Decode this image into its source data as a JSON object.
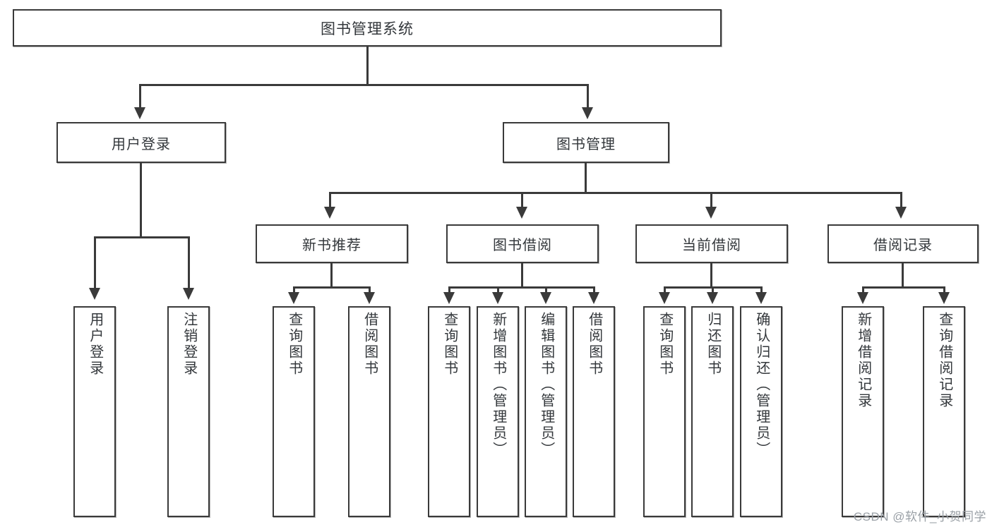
{
  "diagram": {
    "title": "图书管理系统",
    "type": "tree",
    "root": {
      "label": "图书管理系统"
    },
    "level2": [
      {
        "label": "用户登录"
      },
      {
        "label": "图书管理"
      }
    ],
    "level3": [
      {
        "label": "新书推荐"
      },
      {
        "label": "图书借阅"
      },
      {
        "label": "当前借阅"
      },
      {
        "label": "借阅记录"
      }
    ],
    "leaves": {
      "user_login": [
        {
          "label": "用户登录"
        },
        {
          "label": "注销登录"
        }
      ],
      "new_book_recommend": [
        {
          "label": "查询图书"
        },
        {
          "label": "借阅图书"
        }
      ],
      "book_borrow": [
        {
          "label": "查询图书"
        },
        {
          "label": "新增图书（管理员）"
        },
        {
          "label": "编辑图书（管理员）"
        },
        {
          "label": "借阅图书"
        }
      ],
      "current_borrow": [
        {
          "label": "查询图书"
        },
        {
          "label": "归还图书"
        },
        {
          "label": "确认归还（管理员）"
        }
      ],
      "borrow_record": [
        {
          "label": "新增借阅记录"
        },
        {
          "label": "查询借阅记录"
        }
      ]
    }
  },
  "watermark": {
    "text": "CSDN @软件_小贺同学"
  },
  "colors": {
    "stroke": "#3a3a3a",
    "text": "#33373b",
    "background": "#ffffff",
    "watermark": "#9aa0a6"
  }
}
